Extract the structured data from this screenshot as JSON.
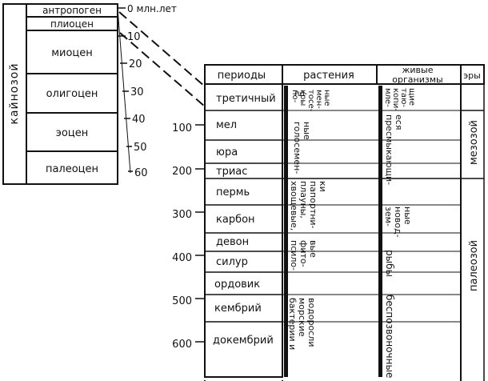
{
  "cenozoic": {
    "era_label": "кайнозой",
    "epochs": [
      "антропоген",
      "плиоцен",
      "миоцен",
      "олигоцен",
      "эоцен",
      "палеоцен"
    ],
    "scale_first": "0 млн.лет",
    "scale": [
      "10",
      "20",
      "30",
      "40",
      "50",
      "60"
    ]
  },
  "table": {
    "headers": {
      "periods": "периоды",
      "plants": "растения",
      "organisms_1": "живые",
      "organisms_2": "организмы",
      "eras": "эры"
    },
    "periods": [
      "третичный",
      "мел",
      "юра",
      "триас",
      "пермь",
      "карбон",
      "девон",
      "силур",
      "ордовик",
      "кембрий",
      "докембрий"
    ],
    "scale": [
      "100",
      "200",
      "300",
      "400",
      "500",
      "600"
    ],
    "plants": {
      "covered_seeded": [
        "по-",
        "кры",
        "тосе-",
        "мен-",
        "ные"
      ],
      "gymnosperms": [
        "голосемен-",
        "ные"
      ],
      "ferns": [
        "хвощевые,",
        "плауны,",
        "папортни-",
        "ки"
      ],
      "psilophytes": [
        "псило-",
        "фито-",
        "вые"
      ],
      "algae": [
        "бактерии и",
        "морские",
        "водоросли"
      ]
    },
    "organisms": {
      "mammals": [
        "мле-",
        "копи-",
        "таю-",
        "щие"
      ],
      "reptiles": [
        "пресмыкающи-",
        "еся"
      ],
      "amphibians": [
        "зем-",
        "новод-",
        "ные"
      ],
      "fish": "рыбы",
      "invertebrates": "беспозвоночные"
    },
    "eras": [
      "мезозой",
      "палеозой"
    ]
  }
}
